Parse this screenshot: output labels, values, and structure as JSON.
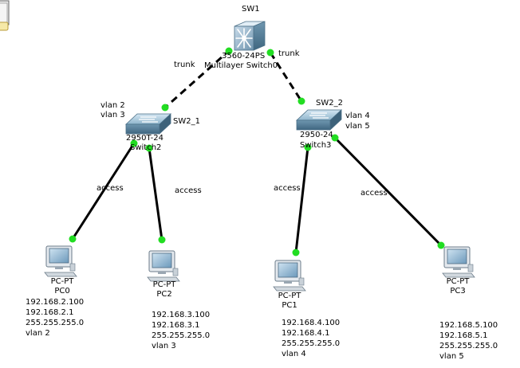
{
  "devices": {
    "sw1": {
      "hostname": "SW1",
      "model": "3560-24PS",
      "name": "Multilayer Switch0",
      "type": "multilayer-switch"
    },
    "sw2_1": {
      "hostname": "SW2_1",
      "model": "2950T-24",
      "name": "Switch2",
      "vlans": [
        "vlan 2",
        "vlan 3"
      ],
      "type": "switch"
    },
    "sw2_2": {
      "hostname": "SW2_2",
      "model": "2950-24",
      "name": "Switch3",
      "vlans": [
        "vlan 4",
        "vlan 5"
      ],
      "type": "switch"
    },
    "pc0": {
      "model": "PC-PT",
      "name": "PC0",
      "config": [
        "192.168.2.100",
        "192.168.2.1",
        "255.255.255.0",
        "vlan 2"
      ]
    },
    "pc2": {
      "model": "PC-PT",
      "name": "PC2",
      "config": [
        "192.168.3.100",
        "192.168.3.1",
        "255.255.255.0",
        "vlan 3"
      ]
    },
    "pc1": {
      "model": "PC-PT",
      "name": "PC1",
      "config": [
        "192.168.4.100",
        "192.168.4.1",
        "255.255.255.0",
        "vlan 4"
      ]
    },
    "pc3": {
      "model": "PC-PT",
      "name": "PC3",
      "config": [
        "192.168.5.100",
        "192.168.5.1",
        "255.255.255.0",
        "vlan 5"
      ]
    }
  },
  "links": [
    {
      "from": "SW1",
      "to": "SW2_1",
      "label": "trunk",
      "style": "dashed"
    },
    {
      "from": "SW1",
      "to": "SW2_2",
      "label": "trunk",
      "style": "dashed"
    },
    {
      "from": "SW2_1",
      "to": "PC0",
      "label": "access",
      "style": "solid"
    },
    {
      "from": "SW2_1",
      "to": "PC2",
      "label": "access",
      "style": "solid"
    },
    {
      "from": "SW2_2",
      "to": "PC1",
      "label": "access",
      "style": "solid"
    },
    {
      "from": "SW2_2",
      "to": "PC3",
      "label": "access",
      "style": "solid"
    }
  ],
  "colors": {
    "link_up": "#22dd22",
    "switch_body": "#8fb5cc",
    "background": "#ffffff"
  }
}
